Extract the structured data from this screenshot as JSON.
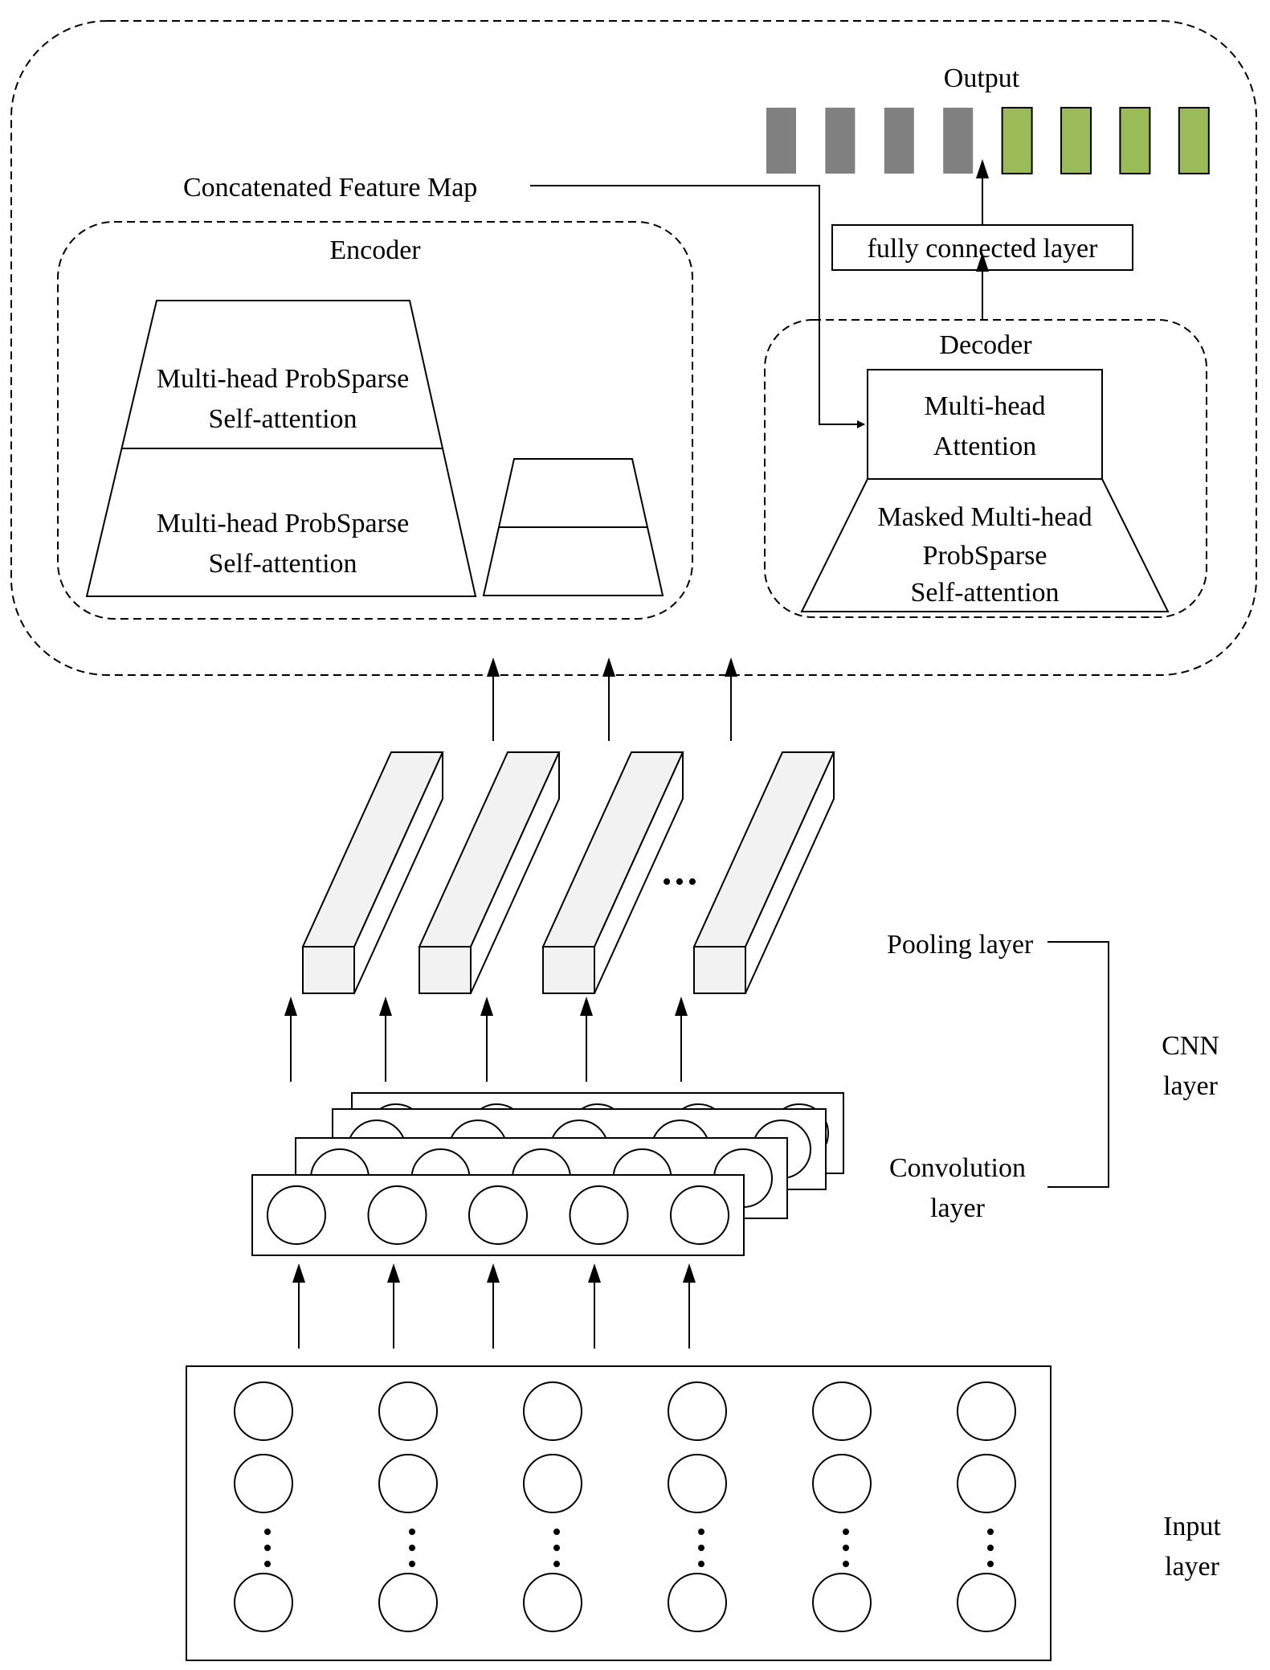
{
  "labels": {
    "output": "Output",
    "concat": "Concatenated Feature Map",
    "encoder": "Encoder",
    "enc_top_1": "Multi-head ProbSparse",
    "enc_top_2": "Self-attention",
    "enc_bot_1": "Multi-head ProbSparse",
    "enc_bot_2": "Self-attention",
    "fc": "fully connected layer",
    "decoder": "Decoder",
    "dec_att_1": "Multi-head",
    "dec_att_2": "Attention",
    "dec_mask_1": "Masked Multi-head",
    "dec_mask_2": "ProbSparse",
    "dec_mask_3": "Self-attention",
    "pooling": "Pooling layer",
    "conv_1": "Convolution",
    "conv_2": "layer",
    "cnn_1": "CNN",
    "cnn_2": "layer",
    "input_1": "Input",
    "input_2": "layer",
    "ellipsis": "•••"
  },
  "colors": {
    "output_past": "#808080",
    "output_pred": "#9bbb59",
    "pool_face": "#f2f2f2"
  },
  "output_cells": {
    "past": 4,
    "predicted": 4
  },
  "input_grid": {
    "columns": 6,
    "rows_shown": 3
  },
  "conv_maps": {
    "count": 4,
    "nodes_per_map": 5
  },
  "pool_bars": {
    "count": 4
  }
}
